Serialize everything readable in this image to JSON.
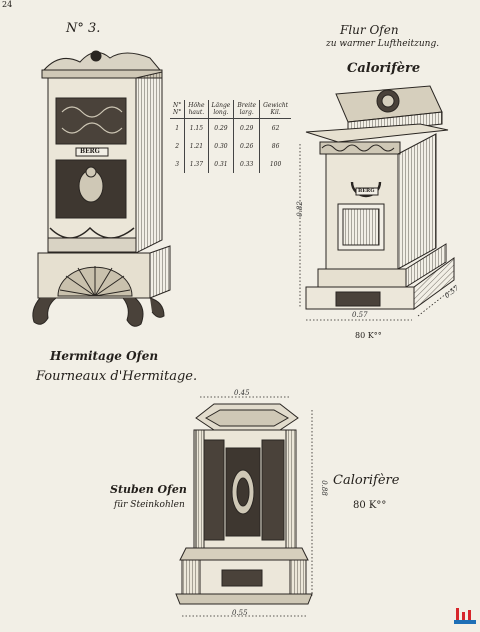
{
  "page_number": "24",
  "top_left_label": "N° 3.",
  "top_right": {
    "title": "Flur Ofen",
    "subtitle": "zu warmer Luftheitzung.",
    "name": "Calorifère",
    "weight": "80 K°°",
    "dims": {
      "height": "0.82",
      "width": "0.57",
      "depth": "0.57"
    }
  },
  "left": {
    "badge": "BERG",
    "caption_1": "Hermitage Ofen",
    "caption_2": "Fourneaux d'Hermitage."
  },
  "stove_badge_right": "BERG",
  "table": {
    "headers": [
      [
        "N°",
        "N°"
      ],
      [
        "Höhe",
        "haut."
      ],
      [
        "Länge",
        "long."
      ],
      [
        "Breite",
        "larg."
      ],
      [
        "Gewicht",
        "Kil."
      ]
    ],
    "rows": [
      [
        "1",
        "1.15",
        "0.29",
        "0.29",
        "62"
      ],
      [
        "2",
        "1.21",
        "0.30",
        "0.26",
        "86"
      ],
      [
        "3",
        "1.37",
        "0.31",
        "0.33",
        "100"
      ]
    ]
  },
  "bottom": {
    "caption_1": "Stuben Ofen",
    "caption_2": "für Steinkohlen",
    "name": "Calorifère",
    "weight": "80 K°°",
    "dims": {
      "top": "0.45",
      "height": "0.88",
      "bottom": "0.55"
    }
  },
  "colors": {
    "paper": "#f2efe6",
    "ink": "#2a2622",
    "logo_red": "#d7262b",
    "logo_blue": "#1e6fb6"
  }
}
